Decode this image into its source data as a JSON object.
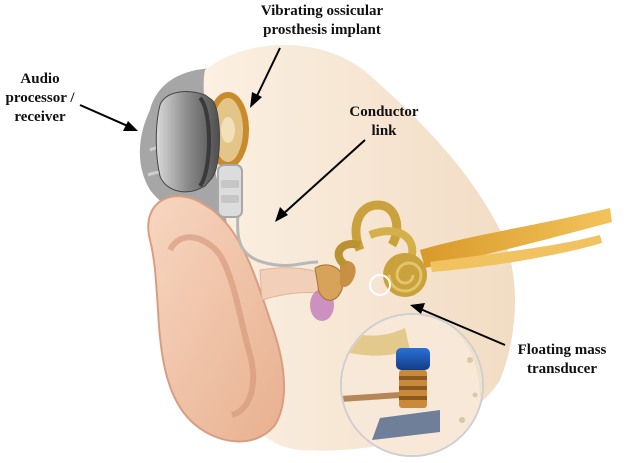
{
  "labels": {
    "vibrating": [
      "Vibrating ossicular",
      "prosthesis implant"
    ],
    "audio": [
      "Audio",
      "processor /",
      "receiver"
    ],
    "conductor": [
      "Conductor",
      "link"
    ],
    "floating": [
      "Floating mass",
      "transducer"
    ]
  },
  "colors": {
    "skin": "#f1c7ad",
    "skin_shadow": "#d99e82",
    "bone": "#f4e2cc",
    "hair": "#9a9a9a",
    "processor": "#6e6e6e",
    "implant_gold": "#d6a043",
    "cochlea_gold": "#c9a13d",
    "nerve": "#e0a630",
    "arrow": "#000000"
  }
}
